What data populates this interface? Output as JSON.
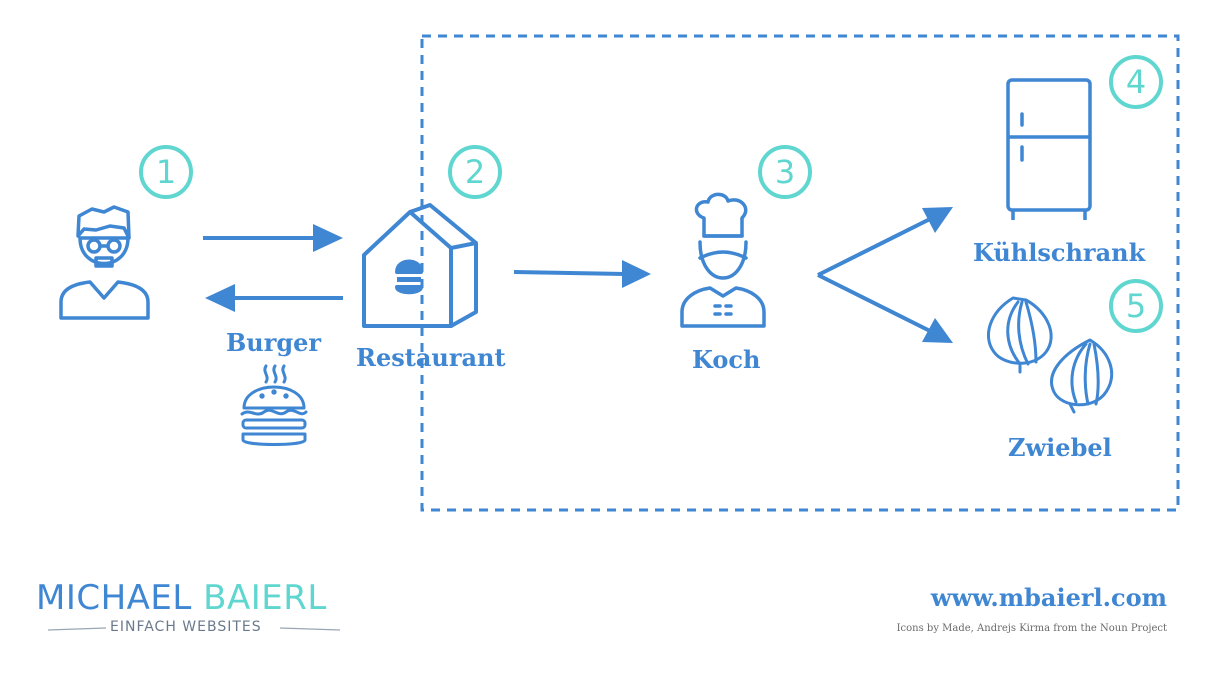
{
  "colors": {
    "primary": "#3f86d3",
    "accent": "#5fd6cf",
    "text_muted": "#6a6a6a"
  },
  "steps": [
    "1",
    "2",
    "3",
    "4",
    "5"
  ],
  "nodes": {
    "customer": {
      "icon": "customer-icon"
    },
    "burger": {
      "label": "Burger",
      "icon": "burger-icon"
    },
    "restaurant": {
      "label": "Restaurant",
      "icon": "restaurant-icon"
    },
    "cook": {
      "label": "Koch",
      "icon": "chef-icon"
    },
    "fridge": {
      "label": "Kühlschrank",
      "icon": "fridge-icon"
    },
    "onion": {
      "label": "Zwiebel",
      "icon": "onion-icon"
    }
  },
  "branding": {
    "name_part1": "MICHAEL",
    "name_part2": "BAIERL",
    "tagline": "EINFACH WEBSITES",
    "website": "www.mbaierl.com",
    "credits": "Icons by Made, Andrejs Kirma from the Noun Project"
  }
}
